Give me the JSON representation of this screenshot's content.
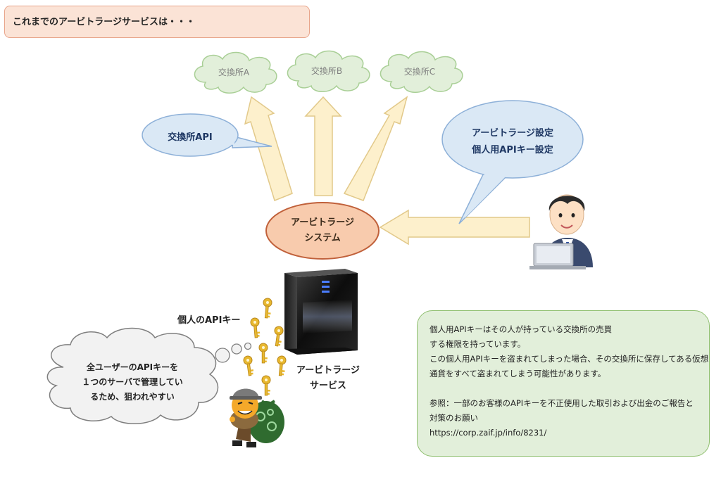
{
  "header": {
    "title": "これまでのアービトラージサービスは・・・"
  },
  "exchanges": [
    {
      "label": "交換所A"
    },
    {
      "label": "交換所B"
    },
    {
      "label": "交換所C"
    }
  ],
  "exchange_api_bubble": {
    "label": "交換所API"
  },
  "settings_bubble": {
    "line1": "アービトラージ設定",
    "line2": "個人用APIキー設定"
  },
  "system": {
    "line1": "アービトラージ",
    "line2": "システム"
  },
  "server_label": {
    "line1": "アービトラージ",
    "line2": "サービス"
  },
  "keys_label": "個人のAPIキー",
  "thought": {
    "line1": "全ユーザーのAPIキーを",
    "line2": "１つのサーバで管理してい",
    "line3": "るため、狙われやすい"
  },
  "note": {
    "lines": [
      "個人用APIキーはその人が持っている交換所の売買",
      "する権限を持っています。",
      "この個人用APIキーを盗まれてしまった場合、その交換所に保存してある仮想",
      "通貨をすべて盗まれてしまう可能性があります。",
      "",
      "参照：一部のお客様のAPIキーを不正使用した取引および出金のご報告と",
      "対策のお願い",
      "https://corp.zaif.jp/info/8231/"
    ]
  },
  "colors": {
    "header_fill": "#fbe3d6",
    "cloud_fill": "#e2efda",
    "bubble_fill": "#dae8f5",
    "system_fill": "#f8cbad",
    "arrow_fill": "#fdf0cc",
    "note_fill": "#e2efda",
    "key_gold": "#e8b830"
  },
  "icons": [
    "cloud-icon",
    "server-icon",
    "key-icon",
    "user-at-laptop-icon",
    "thief-icon"
  ]
}
